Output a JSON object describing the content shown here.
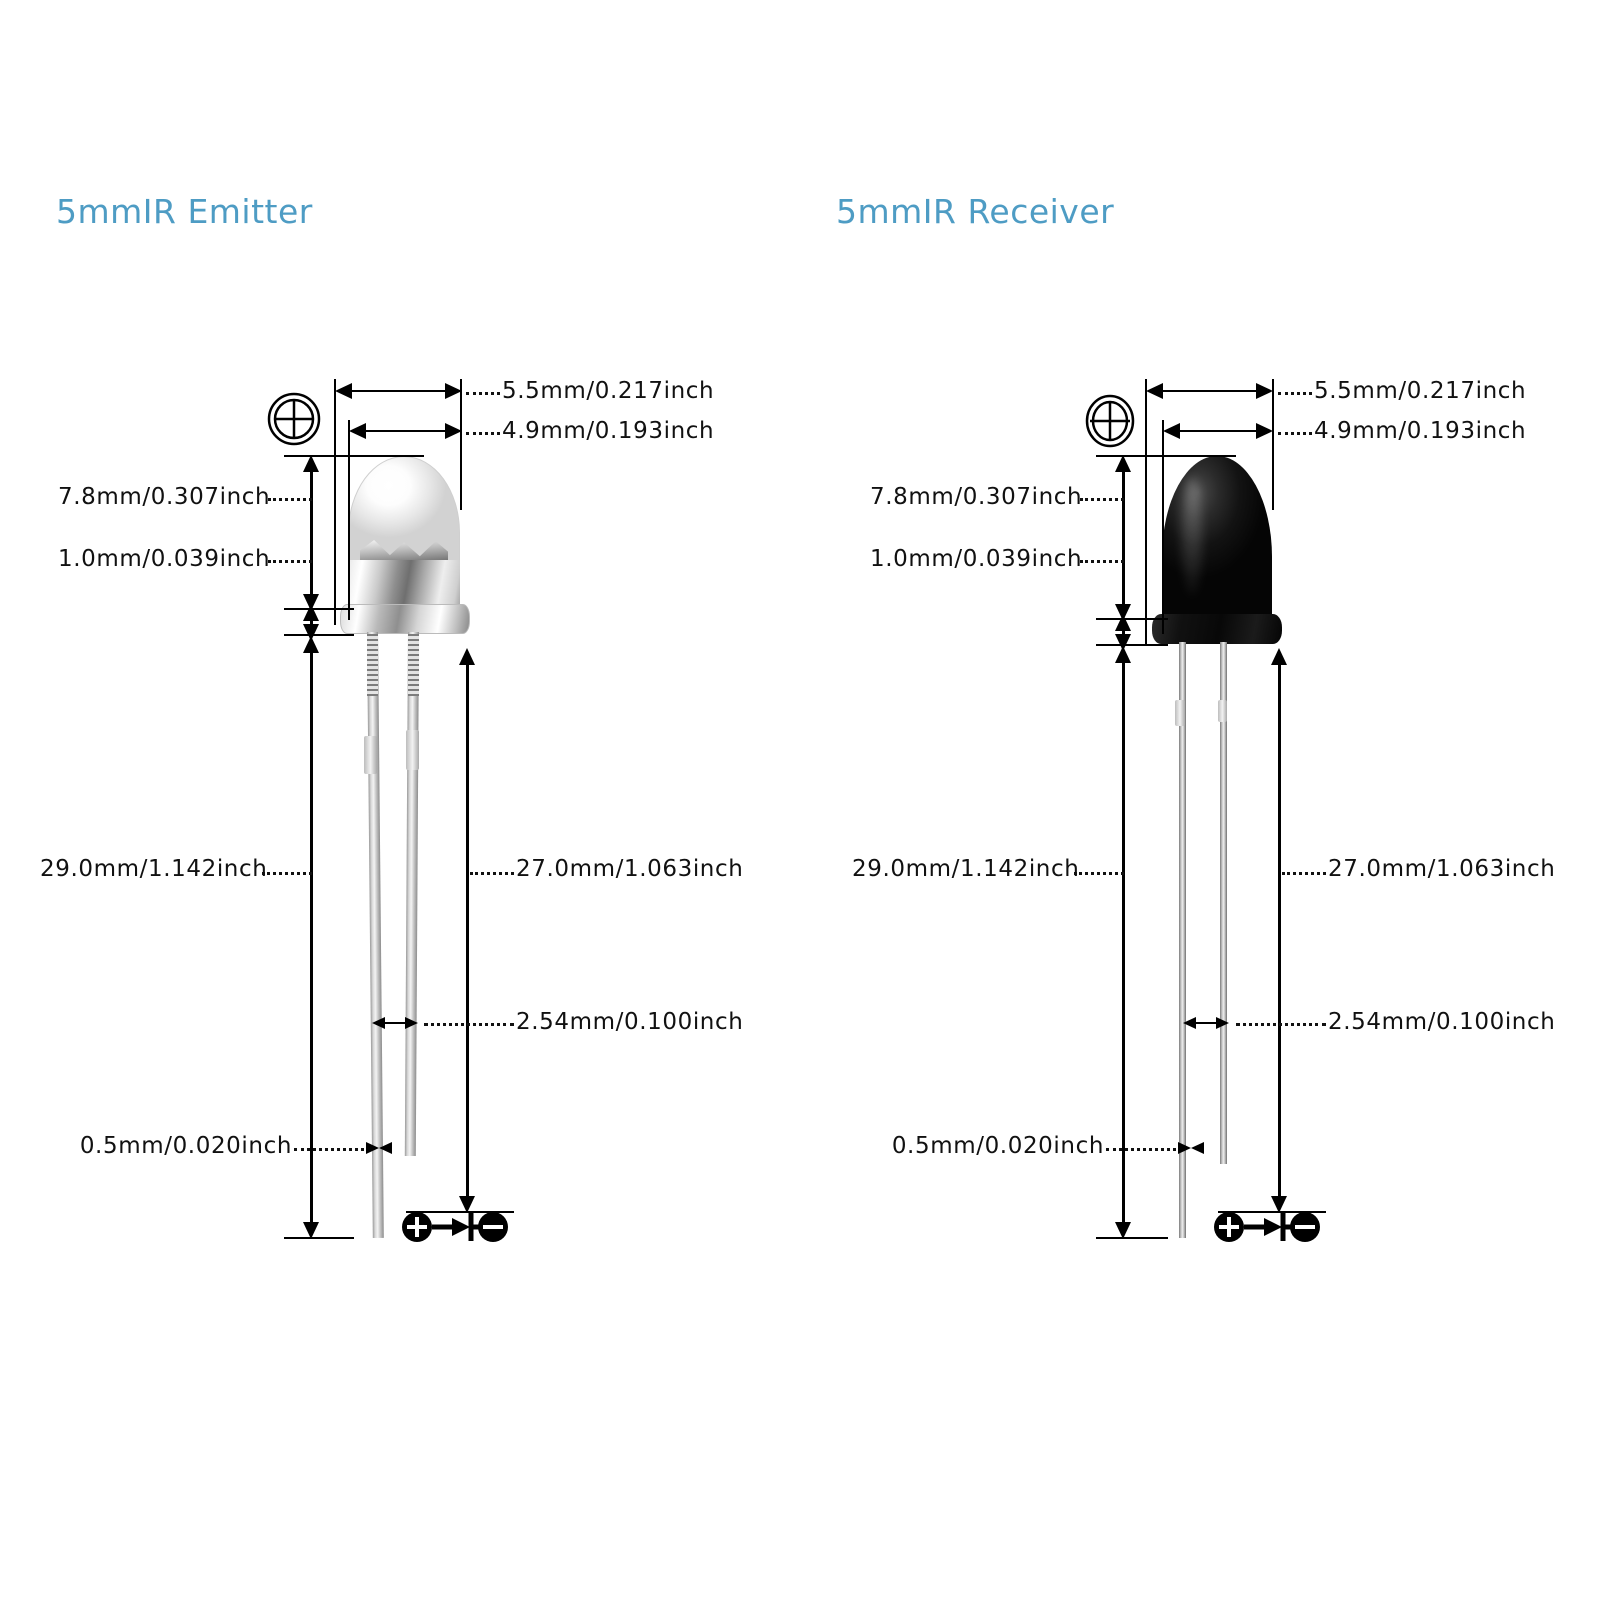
{
  "theme": {
    "title_color": "#4e9cc4",
    "line_color": "#000000",
    "label_color": "#111111",
    "background": "#ffffff"
  },
  "panels": [
    {
      "id": "emitter",
      "title": "5mmIR Emitter",
      "component_type": "clear-led",
      "icons": {
        "target": "crosshair-target-icon",
        "polarity": "diode-polarity-icon"
      },
      "dimensions": {
        "width_outer": "5.5mm/0.217inch",
        "width_inner": "4.9mm/0.193inch",
        "body_height": "7.8mm/0.307inch",
        "flange_height": "1.0mm/0.039inch",
        "lead_length_left": "29.0mm/1.142inch",
        "lead_length_right": "27.0mm/1.063inch",
        "lead_pitch": "2.54mm/0.100inch",
        "lead_diameter": "0.5mm/0.020inch"
      }
    },
    {
      "id": "receiver",
      "title": "5mmIR Receiver",
      "component_type": "black-led",
      "icons": {
        "target": "crosshair-target-icon",
        "polarity": "diode-polarity-icon"
      },
      "dimensions": {
        "width_outer": "5.5mm/0.217inch",
        "width_inner": "4.9mm/0.193inch",
        "body_height": "7.8mm/0.307inch",
        "flange_height": "1.0mm/0.039inch",
        "lead_length_left": "29.0mm/1.142inch",
        "lead_length_right": "27.0mm/1.063inch",
        "lead_pitch": "2.54mm/0.100inch",
        "lead_diameter": "0.5mm/0.020inch"
      }
    }
  ]
}
